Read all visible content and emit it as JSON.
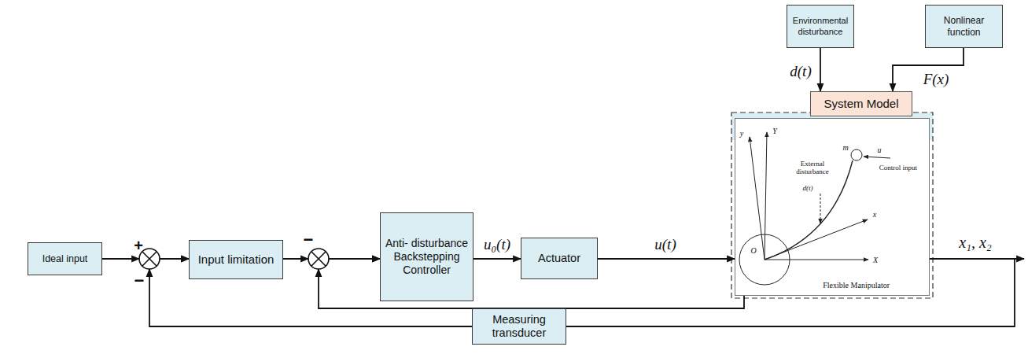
{
  "diagram": {
    "nodes": [
      {
        "text": [
          "Ideal input"
        ]
      },
      {
        "text": [
          "Input limitation"
        ]
      },
      {
        "text": [
          "Anti- disturbance Backstepping Controller"
        ]
      },
      {
        "text": [
          "Actuator"
        ]
      },
      {
        "text": [
          "Environmental disturbance"
        ]
      },
      {
        "text": [
          "Nonlinear function"
        ]
      },
      {
        "text": [
          "System Model"
        ]
      },
      {
        "text": [
          "Flexible Manipulator"
        ]
      },
      {
        "text": [
          "Measuring transducer"
        ]
      }
    ],
    "edges": [
      {
        "from": 0,
        "to": 1,
        "arrow": "to"
      },
      {
        "from": 1,
        "to": 2,
        "arrow": "to"
      },
      {
        "from": 2,
        "to": 3,
        "label": "u₀(t)",
        "arrow": "to"
      },
      {
        "from": 3,
        "to": 7,
        "label": "u(t)",
        "arrow": "to"
      },
      {
        "from": 4,
        "to": 6,
        "label": "d(t)",
        "arrow": "to"
      },
      {
        "from": 5,
        "to": 6,
        "label": "F(x)",
        "arrow": "to"
      },
      {
        "from": 7,
        "to": 2,
        "arrow": "to"
      },
      {
        "from": 7,
        "to": 8,
        "arrow": "none"
      },
      {
        "from": 8,
        "to": 1,
        "arrow": "to"
      }
    ],
    "labels": [
      "+",
      "−",
      "−",
      "x₁, x₂",
      "y",
      "Y",
      "External disturbance",
      "d(t)",
      "m",
      "u",
      "Control input",
      "x",
      "O",
      "X"
    ]
  }
}
